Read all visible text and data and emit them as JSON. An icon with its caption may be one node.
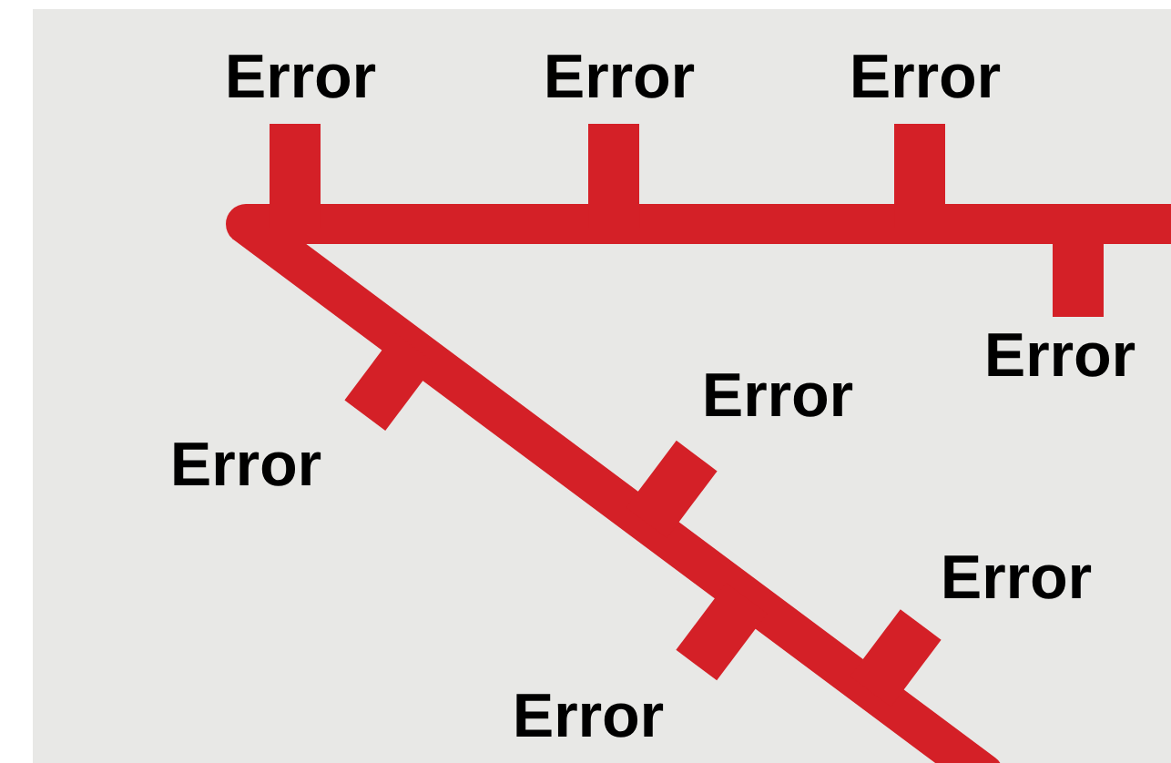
{
  "diagram": {
    "labels": [
      "Error",
      "Error",
      "Error",
      "Error",
      "Error",
      "Error",
      "Error",
      "Error"
    ]
  }
}
